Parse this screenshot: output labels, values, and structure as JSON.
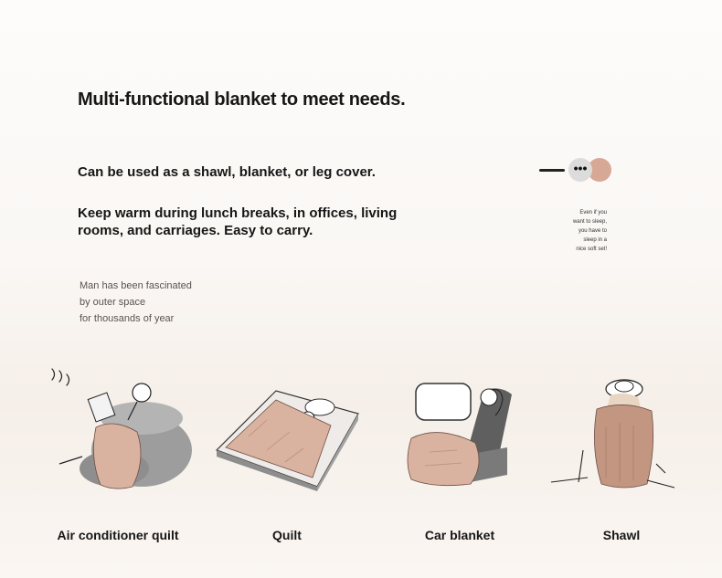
{
  "header": {
    "title": "Multi-functional blanket to meet needs."
  },
  "features": {
    "line1": "Can be used as a shawl, blanket, or leg cover.",
    "line2": "Keep warm during lunch breaks, in offices, living rooms, and carriages. Easy to carry."
  },
  "quote": {
    "lines": [
      "Man has been fascinated",
      "by outer space",
      "for thousands of year"
    ]
  },
  "chat_widget": {
    "ellipsis": "•••",
    "message_lines": [
      "Even if you",
      "want to sleep,",
      "you have to",
      "sleep in a",
      "nice soft set!"
    ]
  },
  "uses": [
    {
      "label": "Air conditioner quilt",
      "icon": "person-reading-on-beanbag-icon"
    },
    {
      "label": "Quilt",
      "icon": "person-sleeping-on-mattress-icon"
    },
    {
      "label": "Car blanket",
      "icon": "person-in-car-seat-icon"
    },
    {
      "label": "Shawl",
      "icon": "person-wearing-shawl-icon"
    }
  ],
  "colors": {
    "blanket": "#d9b3a0",
    "accent": "#d8a896",
    "seat": "#9a9a9a"
  }
}
